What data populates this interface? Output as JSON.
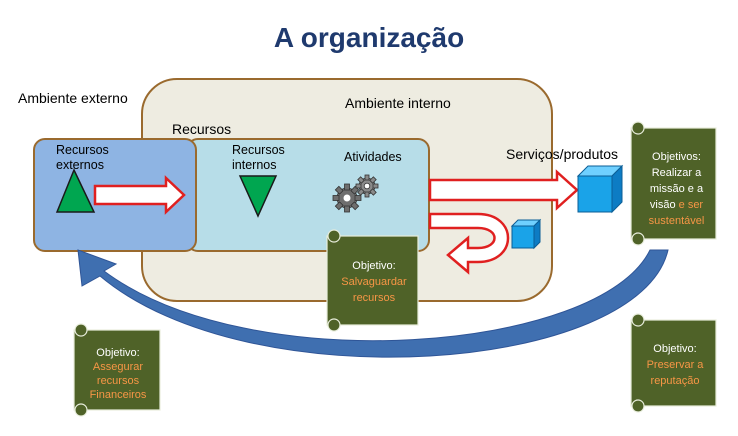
{
  "title": "A organização",
  "labels": {
    "ambiente_externo": "Ambiente externo",
    "ambiente_interno": "Ambiente interno",
    "recursos": "Recursos",
    "recursos_externos": [
      "Recursos",
      "externos"
    ],
    "recursos_internos": [
      "Recursos",
      "internos"
    ],
    "atividades": "Atividades",
    "servicos_produtos": "Serviços/produtos"
  },
  "scrolls": {
    "missao": {
      "heading": "Objetivos:",
      "lines": [
        "Realizar a",
        "missão e a"
      ],
      "last_plain": "visão",
      "last_orange": "e ser",
      "extra_orange": "sustentável"
    },
    "salvaguardar": {
      "heading": "Objetivo:",
      "lines_orange": [
        "Salvaguardar",
        "recursos"
      ]
    },
    "financeiros": {
      "heading": "Objetivo:",
      "lines_orange": [
        "Assegurar",
        "recursos",
        "Financeiros"
      ]
    },
    "reputacao": {
      "heading": "Objetivo:",
      "lines_orange": [
        "Preservar a",
        "reputação"
      ]
    }
  },
  "colors": {
    "title": "#1f3a6e",
    "scroll": "#4f6228",
    "arrow_blue": "#3f6fb0",
    "arrow_red": "#e02020",
    "triangle": "#00a650",
    "cube": "#1aa3e8",
    "highlight": "#f79646"
  }
}
